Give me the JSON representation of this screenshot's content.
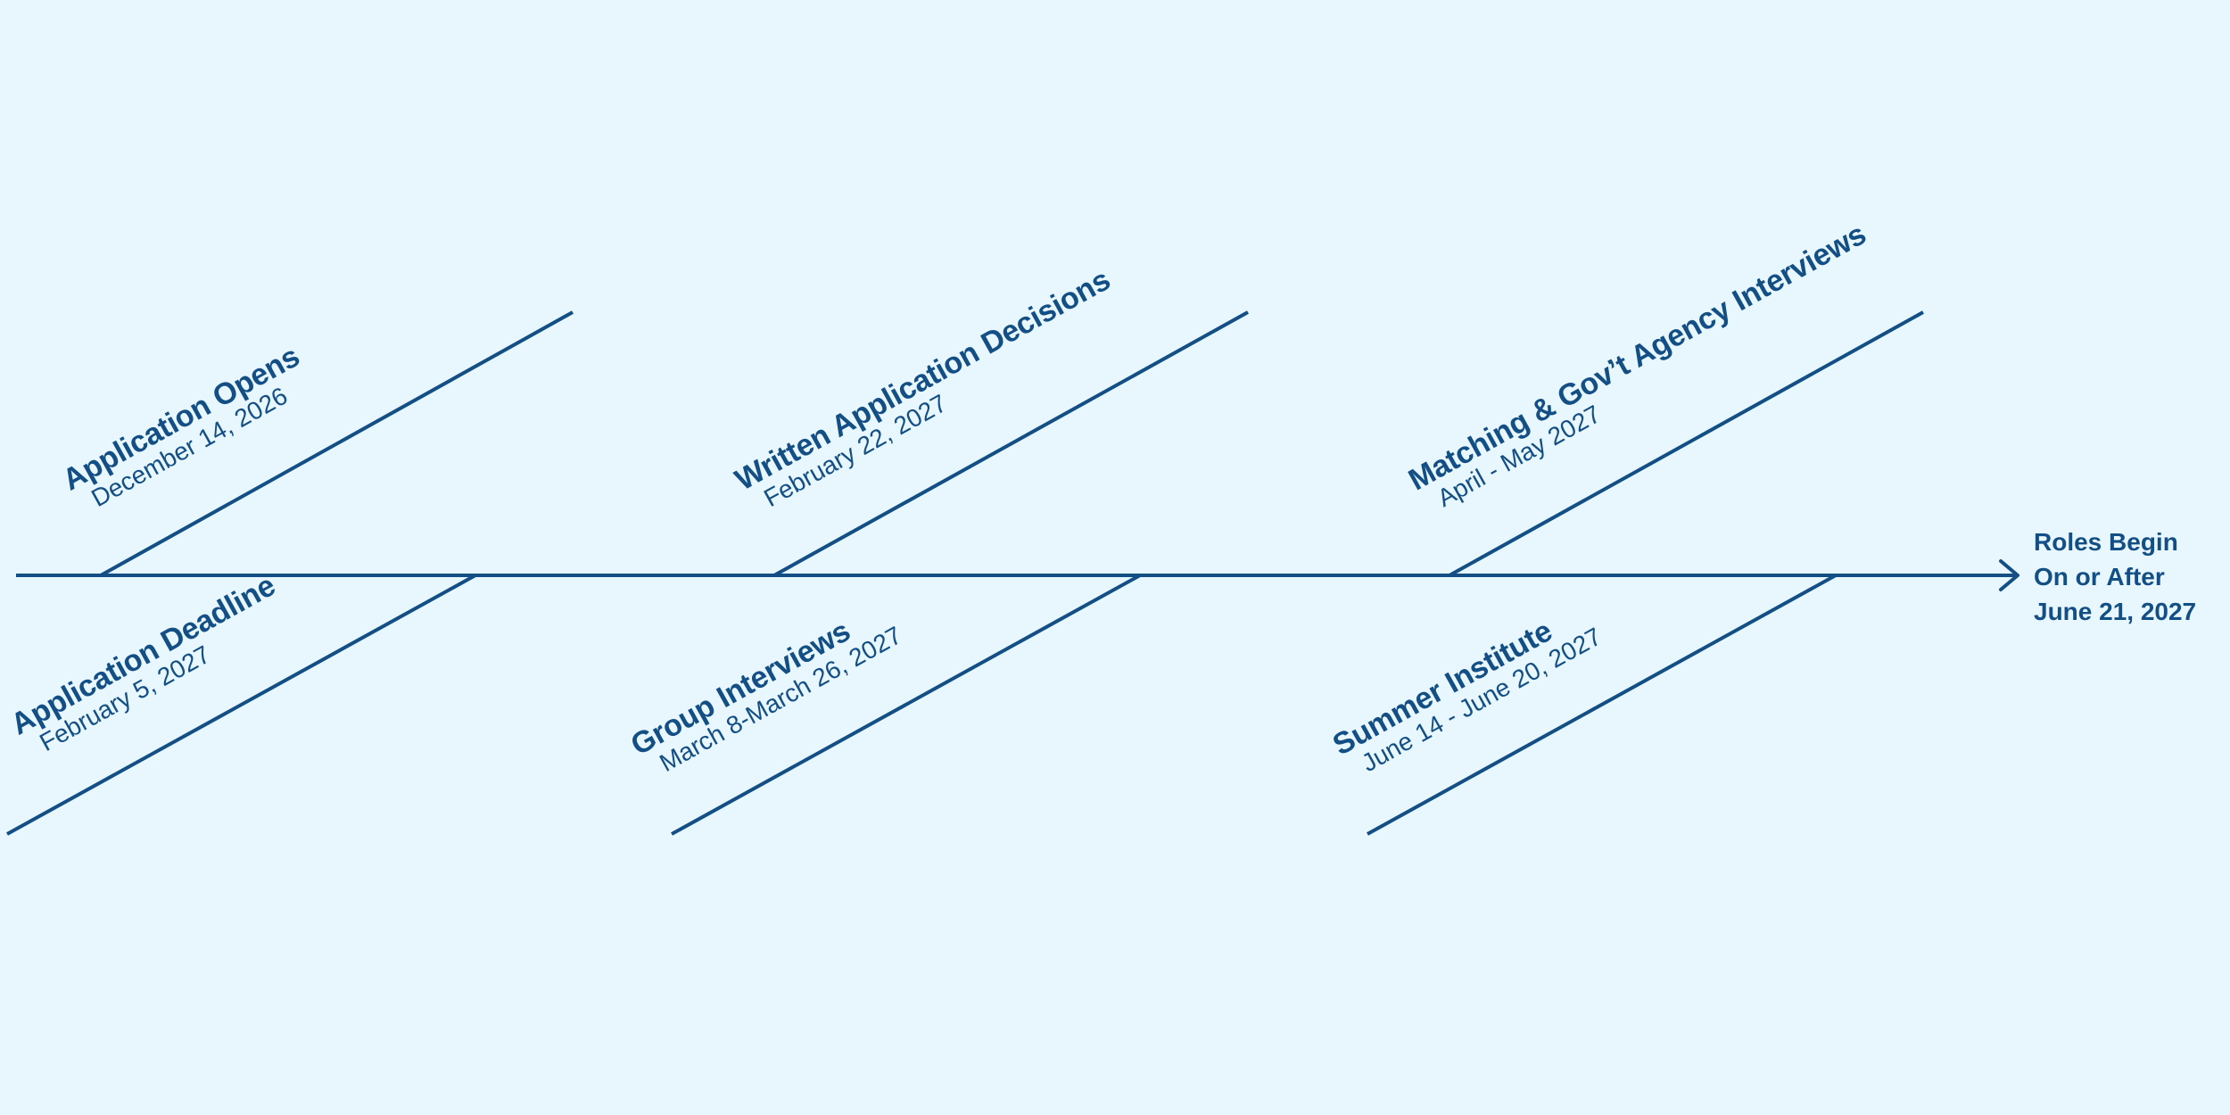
{
  "colors": {
    "background": "#e8f6fd",
    "line": "#134f85",
    "text": "#134f85"
  },
  "milestones": [
    {
      "title": "Application Opens",
      "date": "December 14, 2026",
      "side": "above"
    },
    {
      "title": "Application Deadline",
      "date": "February 5, 2027",
      "side": "below"
    },
    {
      "title": "Written Application Decisions",
      "date": "February 22, 2027",
      "side": "above"
    },
    {
      "title": "Group Interviews",
      "date": "March 8-March 26, 2027",
      "side": "below"
    },
    {
      "title": "Matching & Gov’t Agency Interviews",
      "date": "April - May 2027",
      "side": "above"
    },
    {
      "title": "Summer Institute",
      "date": "June 14 - June 20, 2027",
      "side": "below"
    }
  ],
  "end_label": {
    "line1": "Roles Begin",
    "line2": "On or After",
    "line3": "June 21, 2027"
  }
}
